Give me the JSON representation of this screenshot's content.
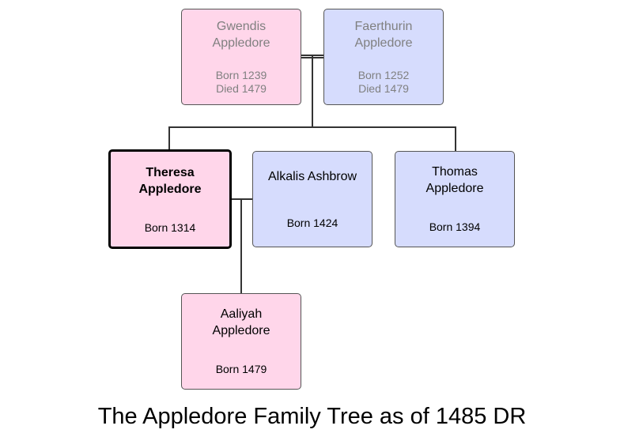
{
  "people": {
    "gwendis": {
      "name_line1": "Gwendis",
      "name_line2": "Appledore",
      "born": "Born 1239",
      "died": "Died 1479"
    },
    "faerthurin": {
      "name_line1": "Faerthurin",
      "name_line2": "Appledore",
      "born": "Born 1252",
      "died": "Died 1479"
    },
    "theresa": {
      "name_line1": "Theresa",
      "name_line2": "Appledore",
      "born": "Born 1314"
    },
    "alkalis": {
      "name_line1": "Alkalis Ashbrow",
      "born": "Born 1424"
    },
    "thomas": {
      "name_line1": "Thomas",
      "name_line2": "Appledore",
      "born": "Born 1394"
    },
    "aaliyah": {
      "name_line1": "Aaliyah",
      "name_line2": "Appledore",
      "born": "Born 1479"
    }
  },
  "caption": "The Appledore Family Tree as of 1485 DR",
  "colors": {
    "female_fill": "#ffd6ea",
    "male_fill": "#d6dcfd",
    "deceased_text": "#808080",
    "line": "#333333"
  }
}
